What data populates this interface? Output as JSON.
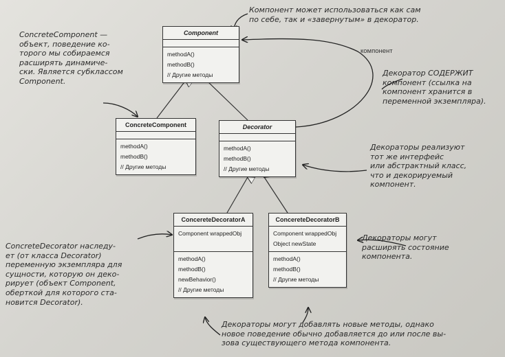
{
  "classes": {
    "component": {
      "name": "Component",
      "methods": [
        "methodA()",
        "methodB()",
        "// Другие методы"
      ]
    },
    "concrete_component": {
      "name": "ConcreteComponent",
      "methods": [
        "methodA()",
        "methodB()",
        "// Другие методы"
      ]
    },
    "decorator": {
      "name": "Decorator",
      "methods": [
        "methodA()",
        "methodB()",
        "// Другие методы"
      ]
    },
    "concrete_decorator_a": {
      "name": "ConcereteDecoratorA",
      "fields": [
        "Component wrappedObj"
      ],
      "methods": [
        "methodA()",
        "methodB()",
        "newBehavior()",
        "// Другие методы"
      ]
    },
    "concrete_decorator_b": {
      "name": "ConcereteDecoratorB",
      "fields": [
        "Component wrappedObj",
        "Object newState"
      ],
      "methods": [
        "methodA()",
        "methodB()",
        "// Другие методы"
      ]
    }
  },
  "association_label": "компонент",
  "notes": {
    "top_right": "Компонент может использоваться как сам\nпо себе, так и «завернутым» в декоратор.",
    "top_left": "ConcreteComponent —\nобъект, поведение ко-\nторого мы собираемся\nрасширять динамиче-\nски. Является субклассом\nComponent.",
    "right_top": "Декоратор СОДЕРЖИТ\nкомпонент (ссылка на\nкомпонент хранится в\nпеременной экземпляра).",
    "right_mid": "Декораторы реализуют\nтот же интерфейс\nили абстрактный класс,\nчто и декорируемый\nкомпонент.",
    "right_bottom": "Декораторы могут\nрасширять состояние\nкомпонента.",
    "left_bottom": "ConcreteDecorator наследу-\nет (от класса Decorator)\nпеременную экземпляра для\nсущности, которую он деко-\nрирует (объект Component,\nоберткой для которого ста-\nновится Decorator).",
    "bottom": "Декораторы могут добавлять новые методы, однако\nновое поведение обычно добавляется до или после вы-\nзова существующего метода компонента."
  }
}
